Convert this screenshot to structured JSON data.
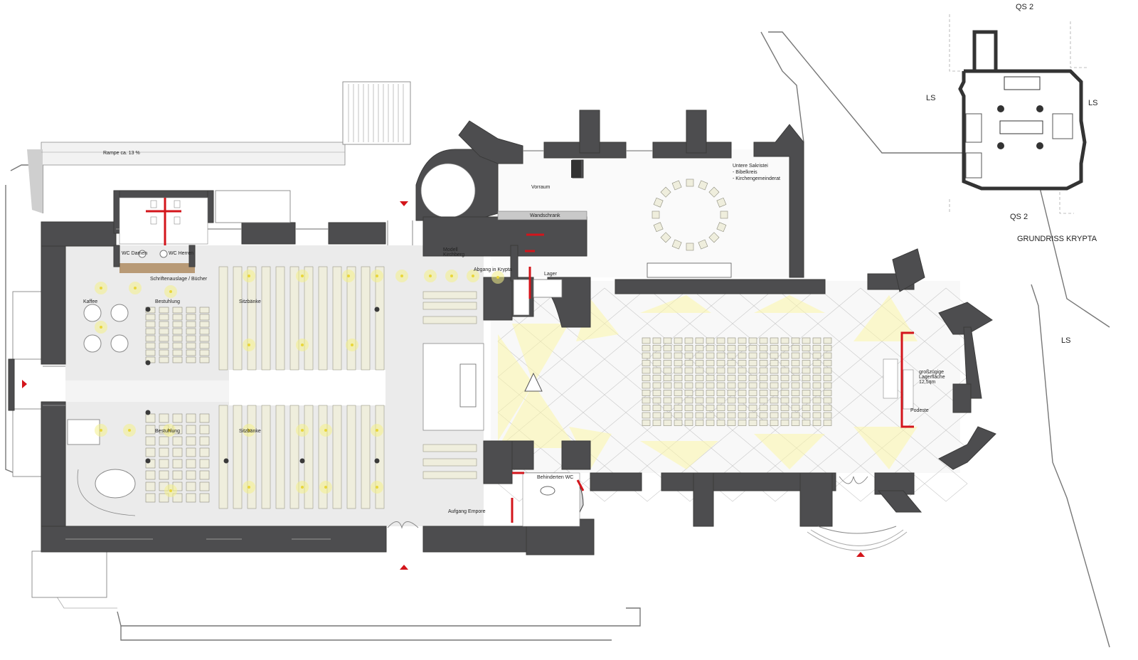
{
  "plan": {
    "rooms": {
      "rampe": "Rampe ca. 13 %",
      "wc_damen": "WC Damen",
      "wc_herren": "WC Herren",
      "schriften": "Schriftenauslage / Bücher",
      "kaffee": "Kaffee",
      "bestuhlung_top": "Bestuhlung",
      "sitzbaenke_top": "Sitzbänke",
      "bestuhlung_bottom": "Bestuhlung",
      "sitzbaenke_bottom": "Sitzbänke",
      "modell": "Modell Kirchberg",
      "abgang": "Abgang in Krypta",
      "lager": "Lager",
      "vorraum": "Vorraum",
      "wandschrank": "Wandschrank",
      "sakristei_title": "Untere Sakristei",
      "sakristei_item1": "- Bibelkreis",
      "sakristei_item2": "- Kirchengemeinderat",
      "behinderten_wc": "Behinderten WC",
      "aufgang": "Aufgang Empore",
      "lagerflaeche": "großzügige Lagerfläche 12,5qm",
      "podeste": "Podeste"
    },
    "annotations": {
      "qs_top": "QS 2",
      "qs_bottom": "QS 2",
      "ls_left": "LS",
      "ls_right": "LS",
      "ls_far": "LS",
      "krypta_title": "GRUNDRISS KRYPTA"
    },
    "colors": {
      "wall": "#4d4d4f",
      "accent": "#d3151b",
      "furniture": "#efeedd",
      "light": "#f4f08a"
    }
  }
}
